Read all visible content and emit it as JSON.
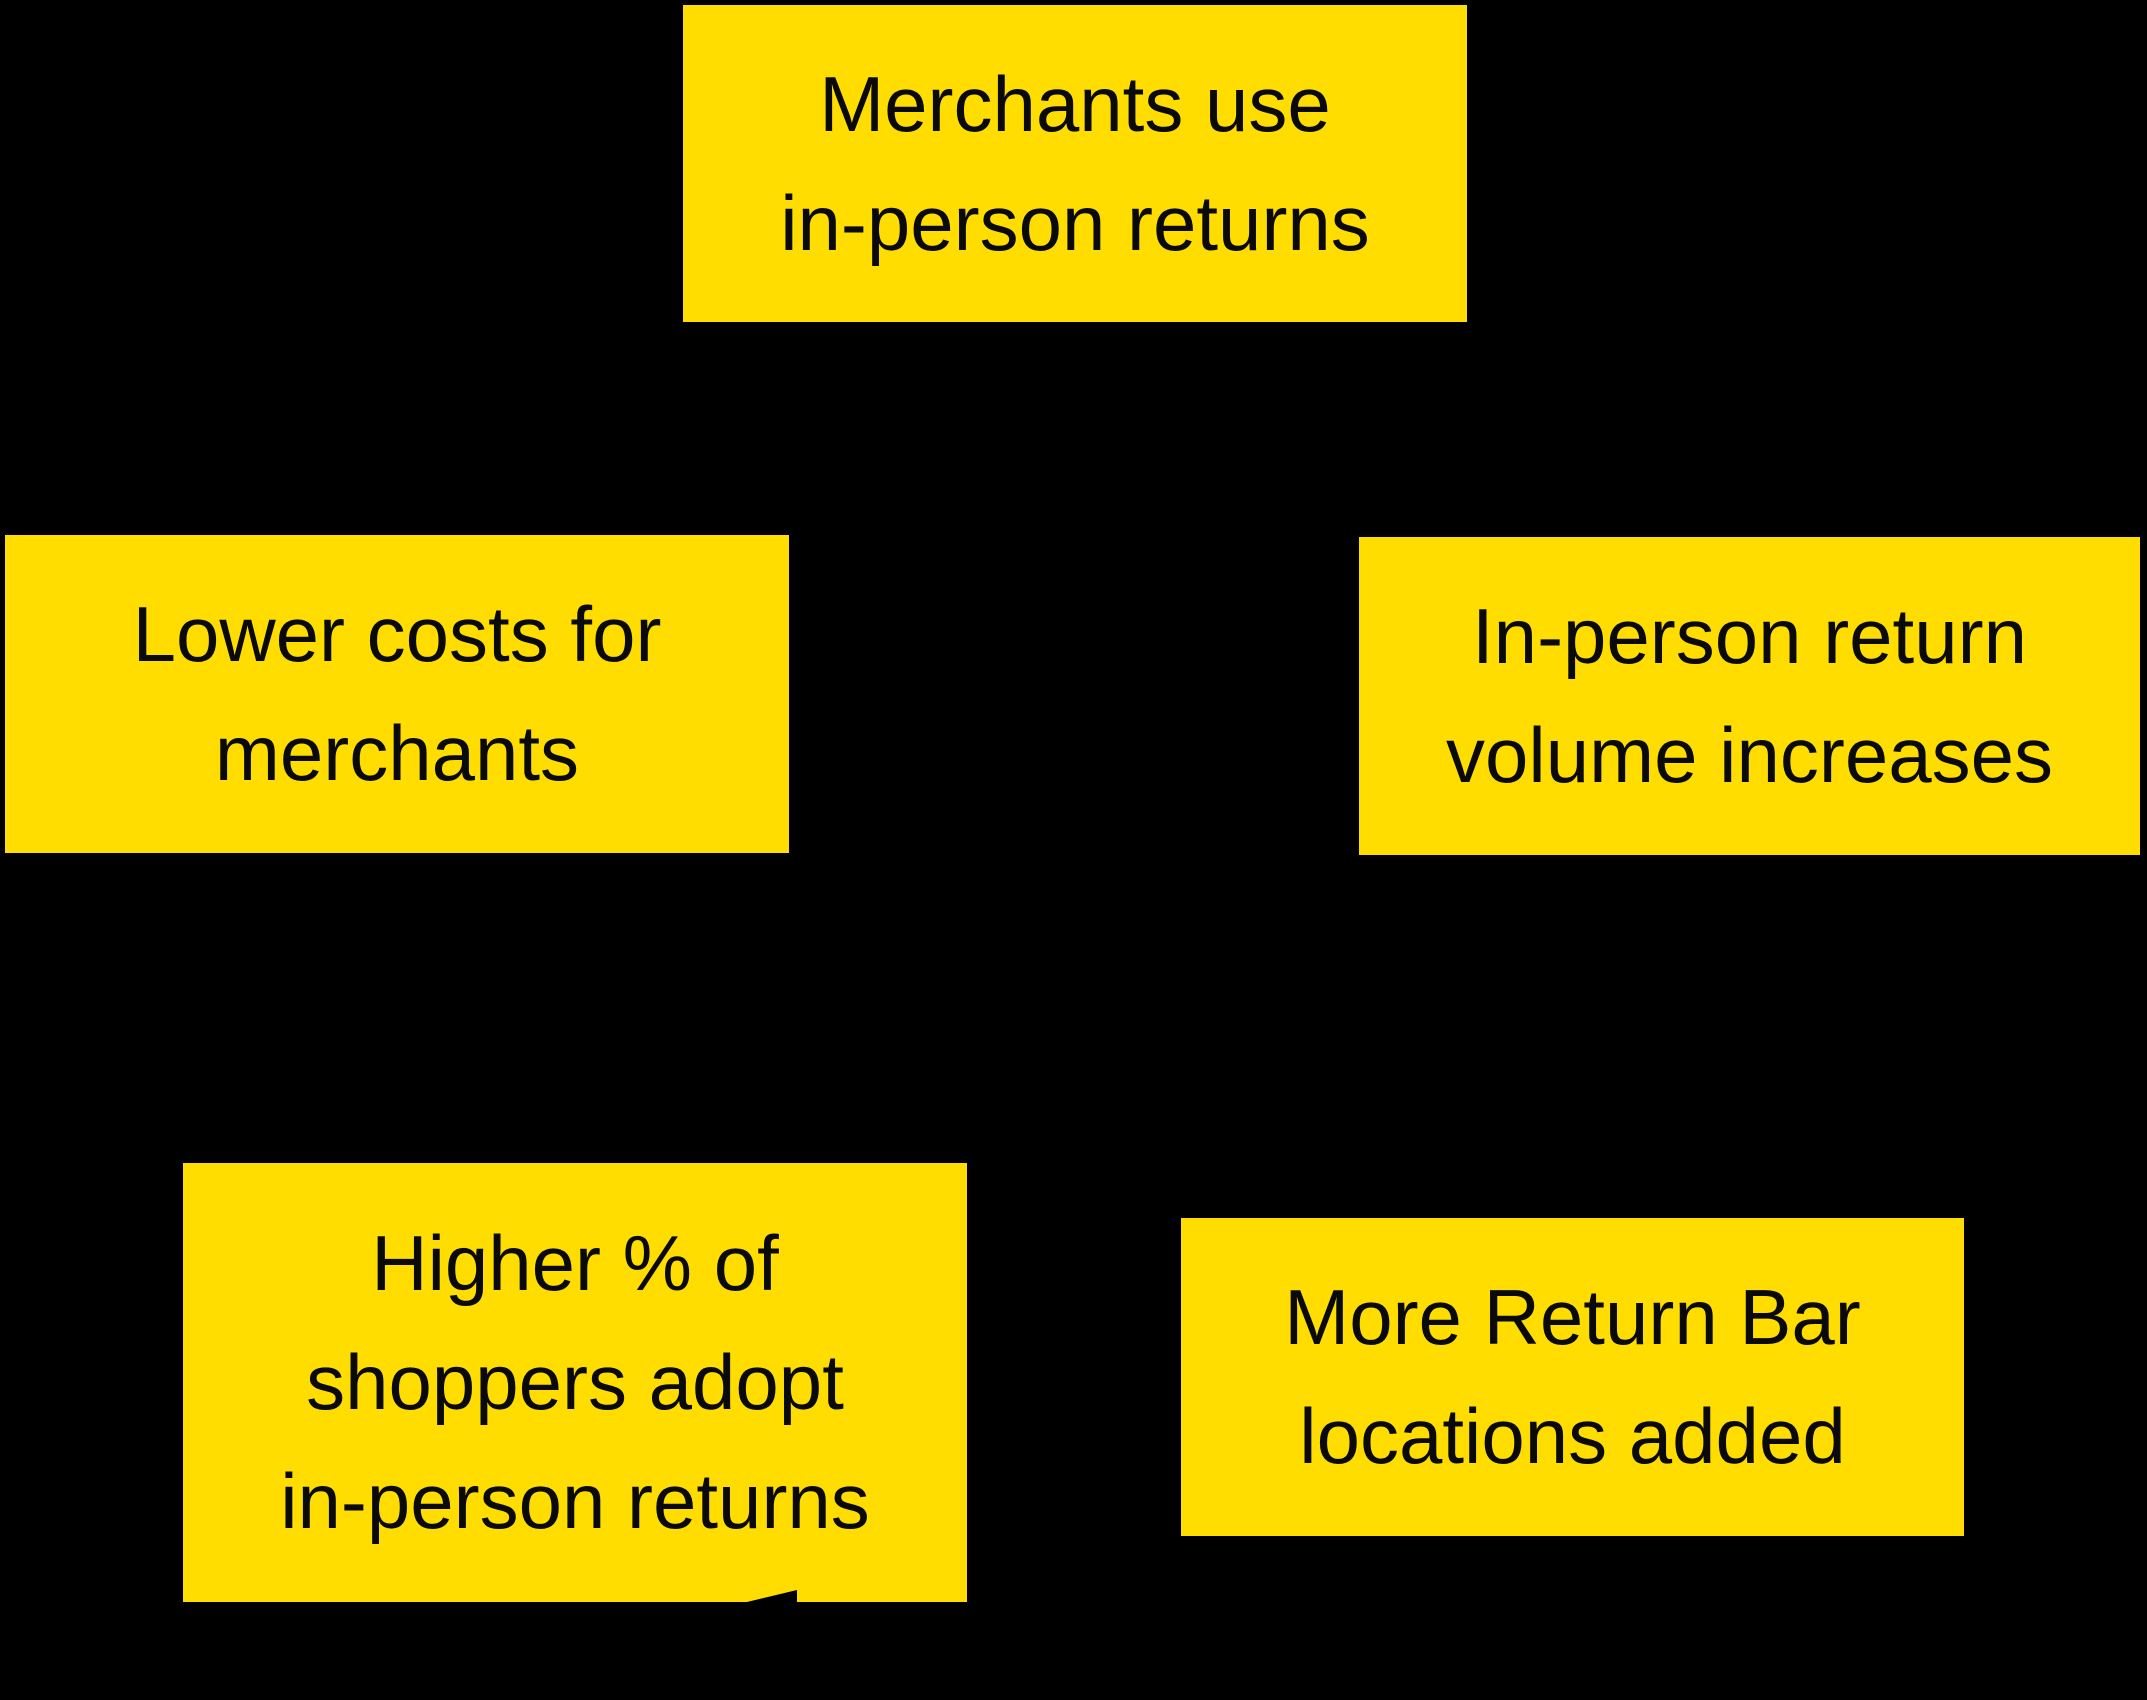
{
  "diagram": {
    "name": "in-person returns flywheel",
    "background_color": "#000000",
    "node_fill_color": "#FFDD00",
    "node_text_color": "#0A0A0A",
    "arrow_color": "#000000",
    "nodes": [
      {
        "id": "merchants-use-in-person-returns",
        "lines": [
          "Merchants use",
          "in-person returns"
        ]
      },
      {
        "id": "lower-costs-for-merchants",
        "lines": [
          "Lower costs for",
          "merchants"
        ]
      },
      {
        "id": "in-person-return-volume-increases",
        "lines": [
          "In-person return",
          "volume increases"
        ]
      },
      {
        "id": "higher-pct-shoppers-adopt",
        "lines": [
          "Higher % of",
          "shoppers adopt",
          "in-person returns"
        ]
      },
      {
        "id": "more-return-bar-locations-added",
        "lines": [
          "More Return Bar",
          "locations added"
        ]
      }
    ]
  }
}
